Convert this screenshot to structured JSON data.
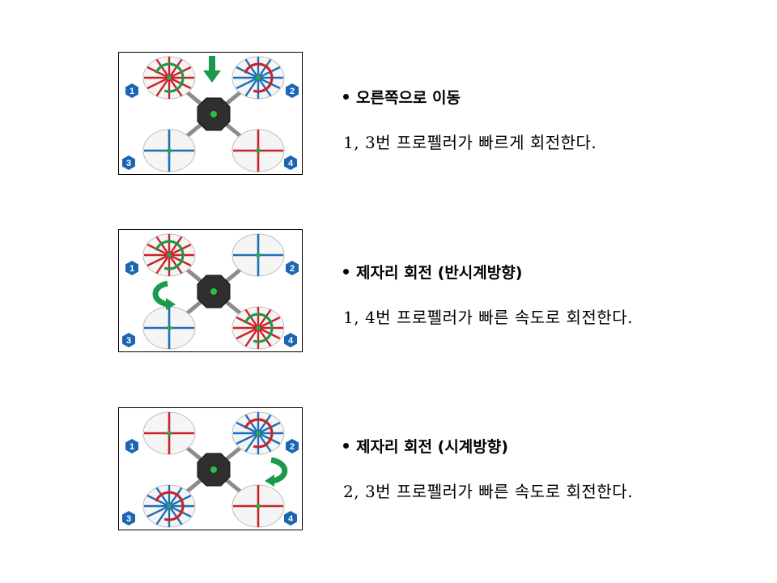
{
  "colors": {
    "red": "#cc2229",
    "blue": "#1f6fb8",
    "green": "#1a9a4a",
    "badge": "#1b66b3",
    "body": "#2b2b2b"
  },
  "diagrams": [
    {
      "heading": "오른쪽으로 이동",
      "text": "1, 3번 프로펠러가 빠르게 회전한다.",
      "props": [
        {
          "n": "1",
          "color": "red",
          "fast": true
        },
        {
          "n": "2",
          "color": "blue",
          "fast": true
        },
        {
          "n": "3",
          "color": "blue",
          "fast": false
        },
        {
          "n": "4",
          "color": "red",
          "fast": false
        }
      ],
      "arrow": "down-arrow-icon"
    },
    {
      "heading": "제자리 회전 (반시계방향)",
      "text": "1, 4번 프로펠러가 빠른 속도로 회전한다.",
      "props": [
        {
          "n": "1",
          "color": "red",
          "fast": true
        },
        {
          "n": "2",
          "color": "blue",
          "fast": false
        },
        {
          "n": "3",
          "color": "blue",
          "fast": false
        },
        {
          "n": "4",
          "color": "red",
          "fast": true
        }
      ],
      "arrow": "counterclockwise-arrow-icon"
    },
    {
      "heading": "제자리 회전 (시계방향)",
      "text": "2, 3번 프로펠러가 빠른 속도로 회전한다.",
      "props": [
        {
          "n": "1",
          "color": "red",
          "fast": false
        },
        {
          "n": "2",
          "color": "blue",
          "fast": true
        },
        {
          "n": "3",
          "color": "blue",
          "fast": true
        },
        {
          "n": "4",
          "color": "red",
          "fast": false
        }
      ],
      "arrow": "clockwise-arrow-icon"
    }
  ]
}
